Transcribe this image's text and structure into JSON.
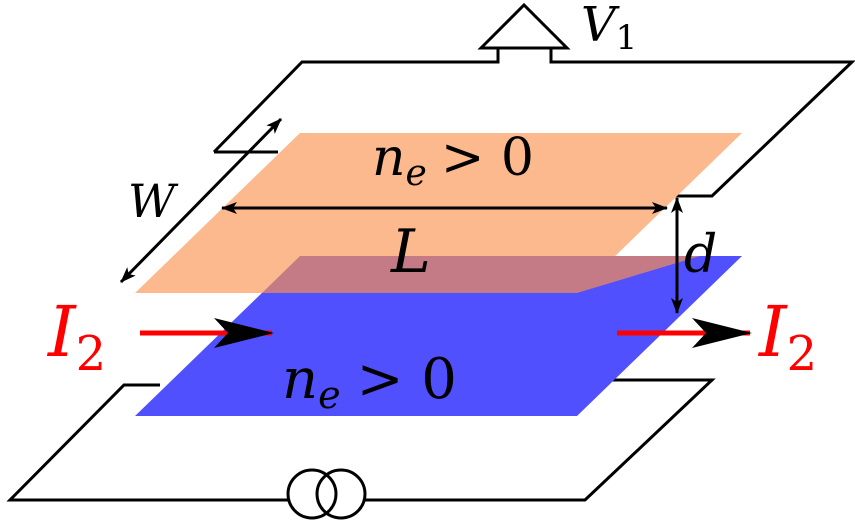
{
  "labels": {
    "voltmeter_symbol": "V",
    "voltmeter_subscript": "1",
    "top_layer_density_symbol": "n",
    "top_layer_density_subscript": "e",
    "top_layer_density_relation": "> 0",
    "bottom_layer_density_symbol": "n",
    "bottom_layer_density_subscript": "e",
    "bottom_layer_density_relation": "> 0",
    "width_symbol": "W",
    "length_symbol": "L",
    "separation_symbol": "d",
    "current_in_symbol": "I",
    "current_in_subscript": "2",
    "current_out_symbol": "I",
    "current_out_subscript": "2"
  },
  "colors": {
    "top_layer": "#fbb98d",
    "bottom_layer": "#5050ff",
    "overlap": "#c47b86",
    "current": "#ff0000",
    "lines": "#000000"
  }
}
